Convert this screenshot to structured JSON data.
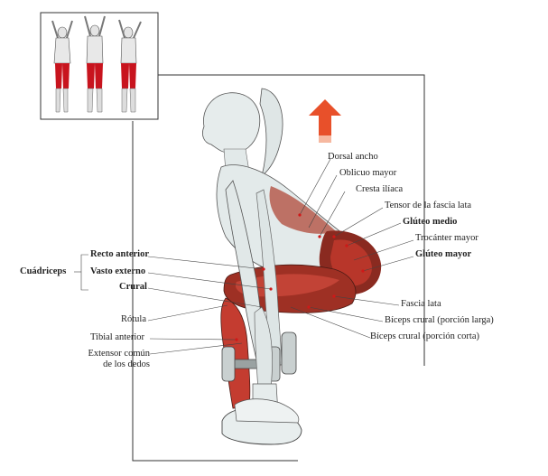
{
  "colors": {
    "muscle_highlight": "#c8141e",
    "muscle_dark": "#8a2a20",
    "skin": "#e6ecec",
    "arrow": "#e8502a",
    "line": "#333333"
  },
  "labels_right": [
    {
      "text": "Dorsal ancho",
      "bold": false
    },
    {
      "text": "Oblicuo mayor",
      "bold": false
    },
    {
      "text": "Cresta ilíaca",
      "bold": false
    },
    {
      "text": "Tensor de la fascia lata",
      "bold": false
    },
    {
      "text": "Glúteo medio",
      "bold": true
    },
    {
      "text": "Trocánter mayor",
      "bold": false
    },
    {
      "text": "Glúteo mayor",
      "bold": true
    },
    {
      "text": "Fascia lata",
      "bold": false
    },
    {
      "text": "Bíceps crural (porción larga)",
      "bold": false
    },
    {
      "text": "Bíceps crural (porción corta)",
      "bold": false
    }
  ],
  "labels_left": [
    {
      "text": "Recto anterior",
      "bold": true
    },
    {
      "text": "Vasto externo",
      "bold": true
    },
    {
      "text": "Crural",
      "bold": true
    },
    {
      "text": "Rótula",
      "bold": false
    },
    {
      "text": "Tibial anterior",
      "bold": false
    },
    {
      "text": "Extensor común\nde los dedos",
      "bold": false
    }
  ],
  "group_label": "Cuádriceps",
  "icons": {
    "movement_arrow": "up-arrow-icon",
    "thumbnail": "three-figure-muscle-map"
  }
}
